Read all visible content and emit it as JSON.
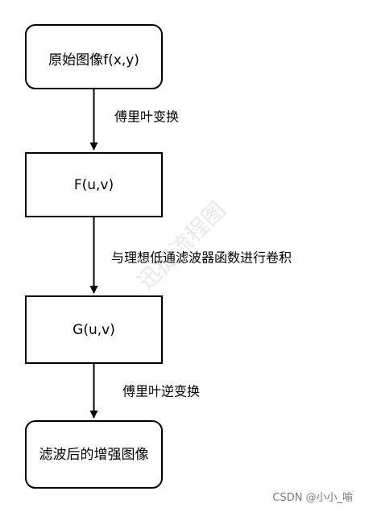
{
  "nodes": [
    {
      "id": "n1",
      "label": "原始图像f(x,y)",
      "shape": "rounded"
    },
    {
      "id": "n2",
      "label": "F(u,v)",
      "shape": "rect"
    },
    {
      "id": "n3",
      "label": "G(u,v)",
      "shape": "rect"
    },
    {
      "id": "n4",
      "label": "滤波后的增强图像",
      "shape": "rounded"
    }
  ],
  "edges": [
    {
      "from": "n1",
      "to": "n2",
      "label": "傅里叶变换"
    },
    {
      "from": "n2",
      "to": "n3",
      "label": "与理想低通滤波器函数进行卷积"
    },
    {
      "from": "n3",
      "to": "n4",
      "label": "傅里叶逆变换"
    }
  ],
  "watermark": "迅捷流程图",
  "credit": "CSDN @小小_喻",
  "colors": {
    "stroke": "#000000",
    "background": "#ffffff",
    "watermark": "#d6d6d6",
    "credit": "#7a7a7a"
  }
}
